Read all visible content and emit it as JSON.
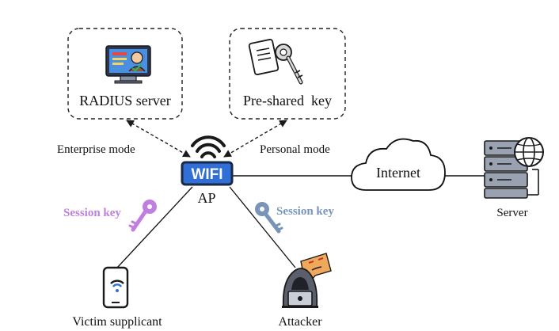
{
  "nodes": {
    "radius": {
      "label": "RADIUS server",
      "icon": "computer-id-card-icon"
    },
    "psk": {
      "label": "Pre-shared  key",
      "icon": "key-card-icon"
    },
    "ap": {
      "badge": "WIFI",
      "label": "AP",
      "icon": "wifi-router-icon"
    },
    "internet": {
      "label": "Internet",
      "icon": "cloud-icon"
    },
    "server": {
      "label": "Server",
      "icon": "server-globe-icon"
    },
    "victim": {
      "label": "Victim supplicant",
      "icon": "smartphone-wifi-icon"
    },
    "attacker": {
      "label": "Attacker",
      "icon": "hooded-hacker-icon"
    }
  },
  "edges": {
    "enterprise_mode": "Enterprise mode",
    "personal_mode": "Personal mode",
    "session_key_victim": "Session key",
    "session_key_attacker": "Session key"
  },
  "colors": {
    "session_key_victim": "#c07ee0",
    "session_key_attacker": "#7a94b8",
    "wifi_badge": "#2f6fd6",
    "wifi_badge_border": "#1a2a44",
    "monitor": "#4a8fe0",
    "attacker_mask": "#f0a85a"
  }
}
